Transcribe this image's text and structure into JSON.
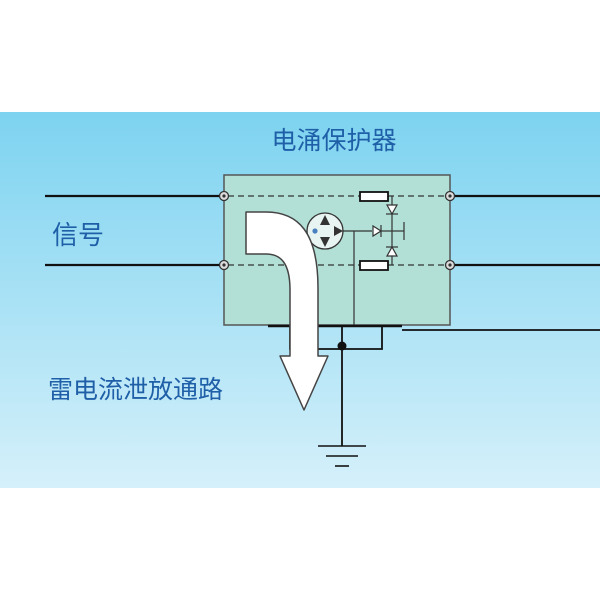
{
  "labels": {
    "title": "电涌保护器",
    "signal": "信号",
    "discharge_path": "雷电流泄放通路"
  },
  "colors": {
    "band_top": "#7dd3f0",
    "band_bottom": "#d5f0fa",
    "box_fill": "#b3e0d6",
    "box_stroke": "#555555",
    "text": "#1f5fa8",
    "wire": "#111111",
    "dashed": "#333333",
    "arrow_stroke": "#444444",
    "component": "#333333"
  },
  "icons": {
    "terminal": "terminal-circle-icon",
    "gas_tube": "gas-discharge-tube-icon",
    "resistor": "resistor-icon",
    "diode": "diode-icon",
    "ground": "ground-icon",
    "arrow": "curved-arrow-down-icon"
  }
}
